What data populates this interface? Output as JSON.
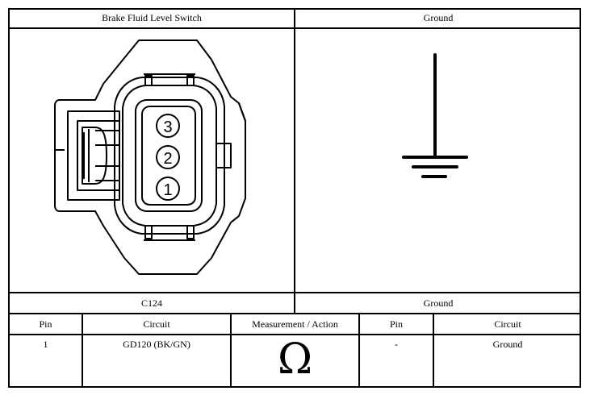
{
  "top_row": {
    "left_header": "Brake Fluid Level Switch",
    "right_header": "Ground",
    "left_footer": "C124",
    "right_footer": "Ground"
  },
  "connector": {
    "pins": [
      "3",
      "2",
      "1"
    ]
  },
  "table": {
    "headers": [
      "Pin",
      "Circuit",
      "Measurement / Action",
      "Pin",
      "Circuit"
    ],
    "row": {
      "pin": "1",
      "circuit": "GD120 (BK/GN)",
      "measurement_symbol": "Ω",
      "pin2": "-",
      "circuit2": "Ground"
    }
  }
}
